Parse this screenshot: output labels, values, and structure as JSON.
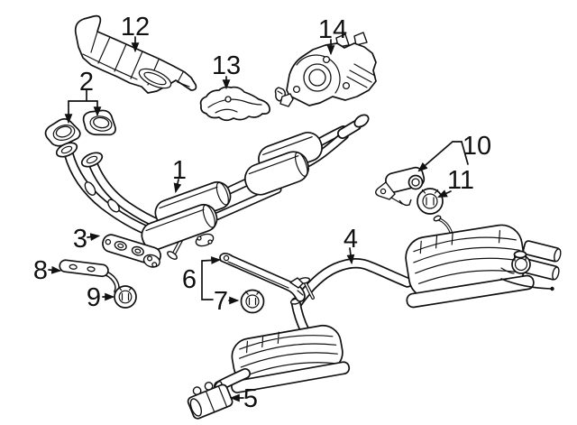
{
  "diagram": {
    "kind": "exhaust-system-parts-diagram",
    "background_color": "#ffffff",
    "line_color": "#111111"
  },
  "callouts": [
    {
      "label": "1"
    },
    {
      "label": "2"
    },
    {
      "label": "3"
    },
    {
      "label": "4"
    },
    {
      "label": "5"
    },
    {
      "label": "6"
    },
    {
      "label": "7"
    },
    {
      "label": "8"
    },
    {
      "label": "9"
    },
    {
      "label": "10"
    },
    {
      "label": "11"
    },
    {
      "label": "12"
    },
    {
      "label": "13"
    },
    {
      "label": "14"
    }
  ]
}
